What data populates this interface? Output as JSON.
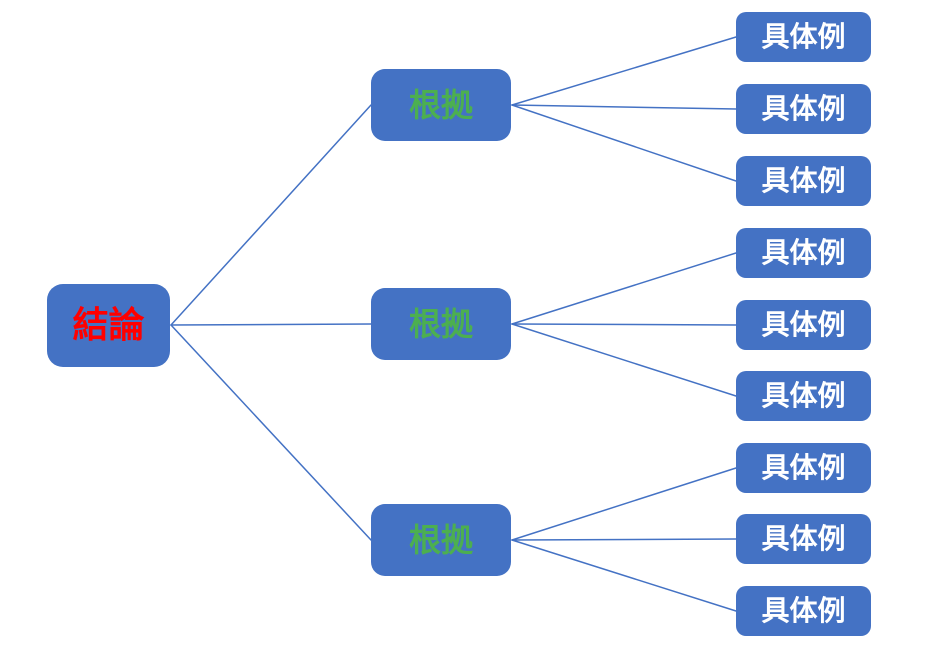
{
  "diagram": {
    "type": "logic-tree",
    "root": {
      "label": "結論",
      "text_color": "#FF0000"
    },
    "branches": [
      {
        "label": "根拠",
        "text_color": "#4CAF50",
        "children": [
          {
            "label": "具体例"
          },
          {
            "label": "具体例"
          },
          {
            "label": "具体例"
          }
        ]
      },
      {
        "label": "根拠",
        "text_color": "#4CAF50",
        "children": [
          {
            "label": "具体例"
          },
          {
            "label": "具体例"
          },
          {
            "label": "具体例"
          }
        ]
      },
      {
        "label": "根拠",
        "text_color": "#4CAF50",
        "children": [
          {
            "label": "具体例"
          },
          {
            "label": "具体例"
          },
          {
            "label": "具体例"
          }
        ]
      }
    ],
    "colors": {
      "node_fill": "#4472C4",
      "connector": "#4472C4",
      "root_text": "#FF0000",
      "branch_text": "#4CAF50",
      "leaf_text": "#FFFFFF",
      "background": "#FFFFFF"
    }
  }
}
